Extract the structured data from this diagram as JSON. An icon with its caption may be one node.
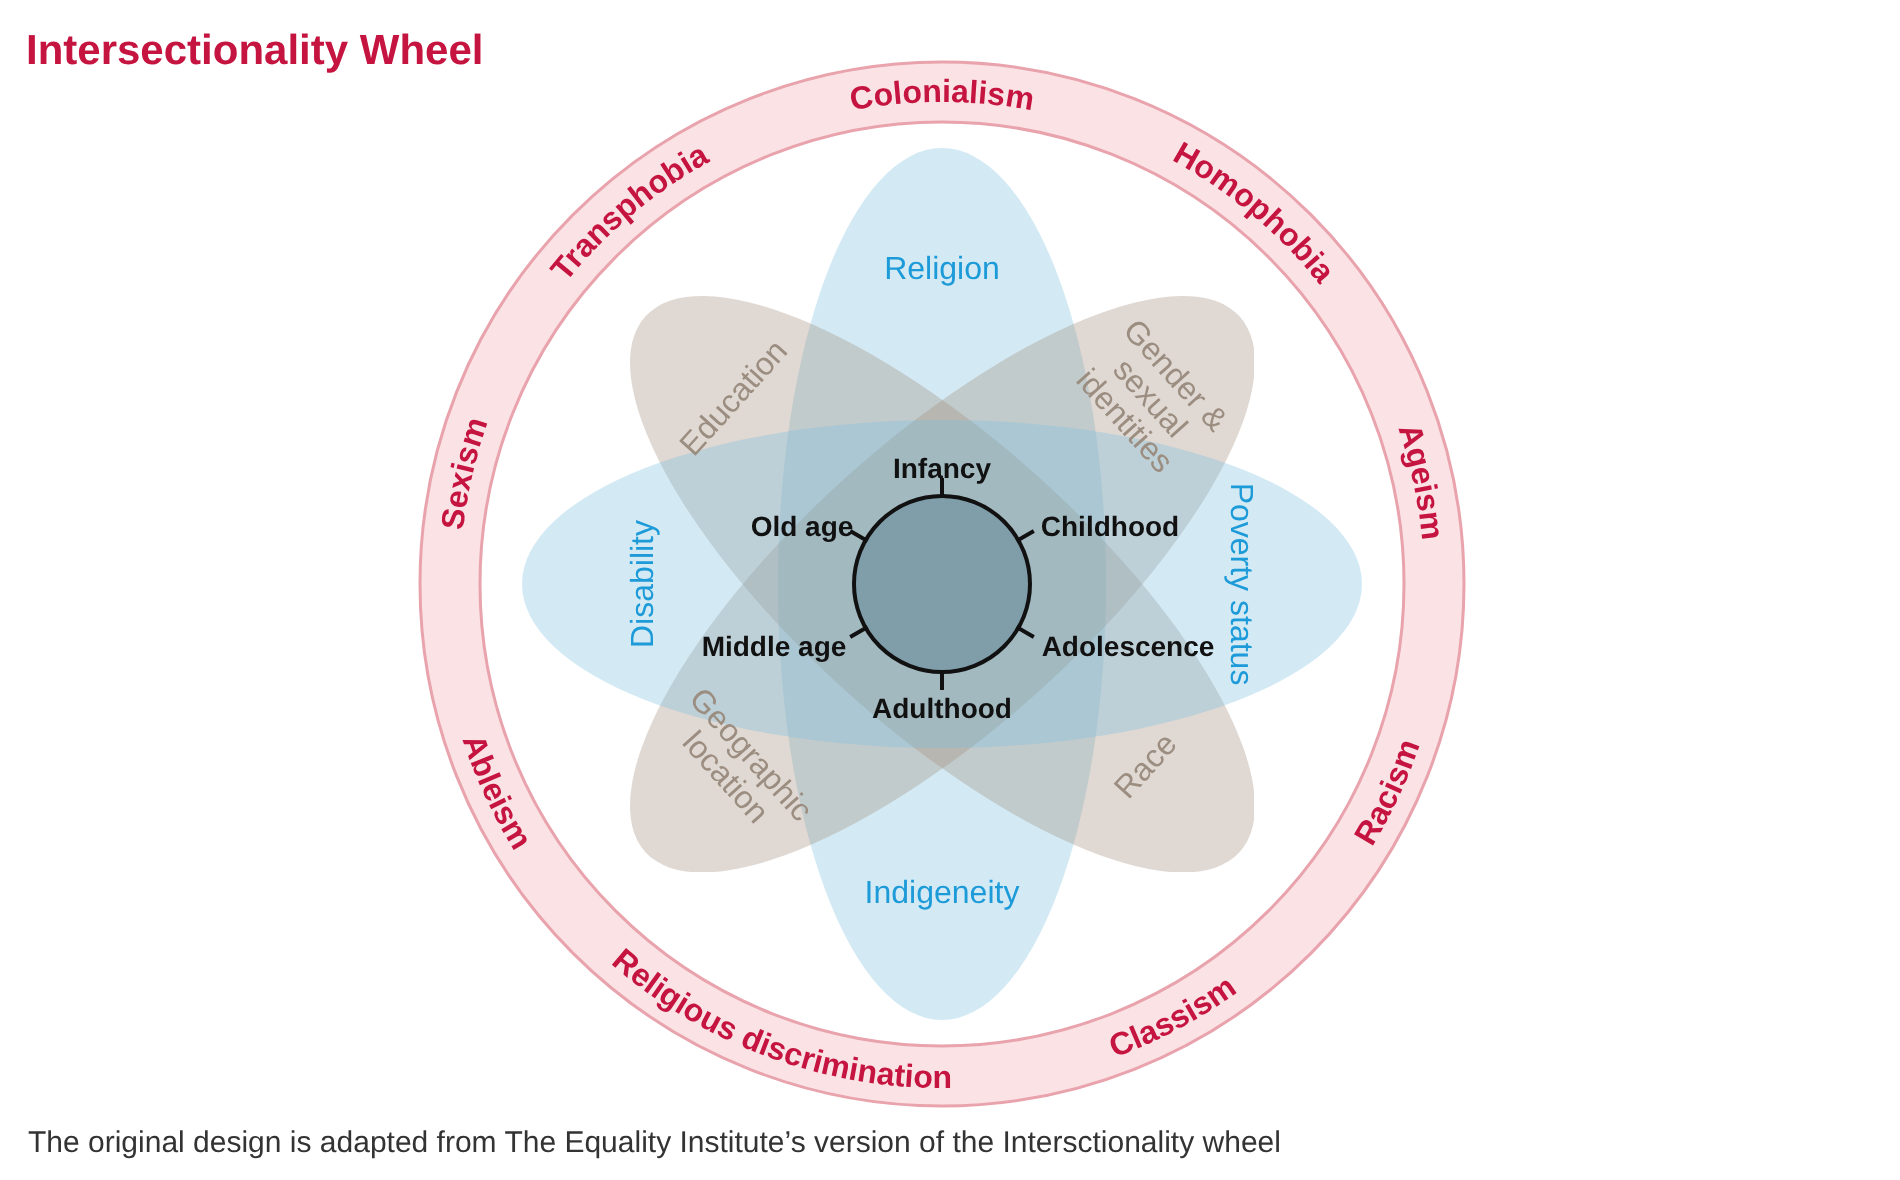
{
  "diagram": {
    "title": "Intersectionality Wheel",
    "caption": "The original design is adapted from The Equality Institute’s version of the Intersctionality wheel",
    "nodes": [
      {
        "text": [
          "Colonialism",
          "Homophobia",
          "Ageism",
          "Racism",
          "Classism",
          "Religious discrimination",
          "Ableism",
          "Sexism",
          "Transphobia"
        ]
      },
      {
        "text": [
          "Religion",
          "Indigeneity"
        ],
        "in": 0
      },
      {
        "text": [
          "Education",
          "Race"
        ],
        "in": 0
      },
      {
        "text": [
          "Gender & sexual identities",
          "Geographic location"
        ],
        "in": 0
      },
      {
        "text": [
          "Disability",
          "Poverty status"
        ],
        "in": 0
      },
      {
        "text": [
          "Infancy",
          "Childhood",
          "Adolescence",
          "Adulthood",
          "Middle age",
          "Old age"
        ]
      }
    ]
  }
}
